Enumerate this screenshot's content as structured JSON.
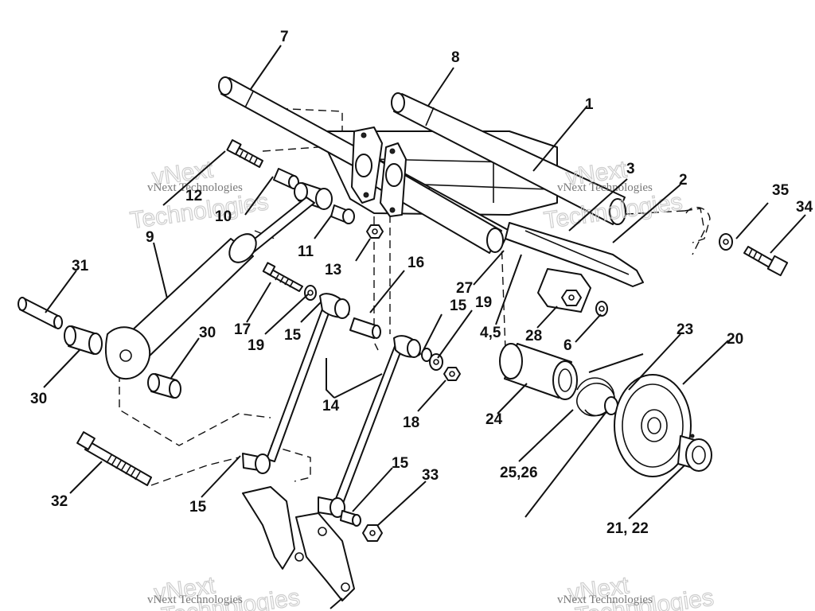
{
  "diagram": {
    "callouts": {
      "c1": "1",
      "c2": "2",
      "c3": "3",
      "c4_5": "4,5",
      "c6": "6",
      "c7": "7",
      "c8": "8",
      "c9": "9",
      "c10": "10",
      "c11": "11",
      "c12": "12",
      "c13": "13",
      "c14": "14",
      "c15a": "15",
      "c15b": "15",
      "c15c": "15",
      "c15d": "15",
      "c16": "16",
      "c17": "17",
      "c18": "18",
      "c19a": "19",
      "c19b": "19",
      "c20": "20",
      "c21_22": "21, 22",
      "c23": "23",
      "c24": "24",
      "c25_26": "25,26",
      "c27": "27",
      "c28": "28",
      "c30a": "30",
      "c30b": "30",
      "c31": "31",
      "c32": "32",
      "c33": "33",
      "c34": "34",
      "c35": "35"
    },
    "watermarks": [
      {
        "brand": "vNext",
        "line": "vNext Technologies",
        "brand2": "Technologies"
      },
      {
        "brand": "vNext",
        "line": "vNext Technologies",
        "brand2": "Technologies"
      },
      {
        "brand": "vNext",
        "line": "vNext Technologies",
        "brand2": "Technologies"
      },
      {
        "brand": "vNext",
        "line": "vNext Technologies",
        "brand2": "Technologies"
      }
    ]
  }
}
